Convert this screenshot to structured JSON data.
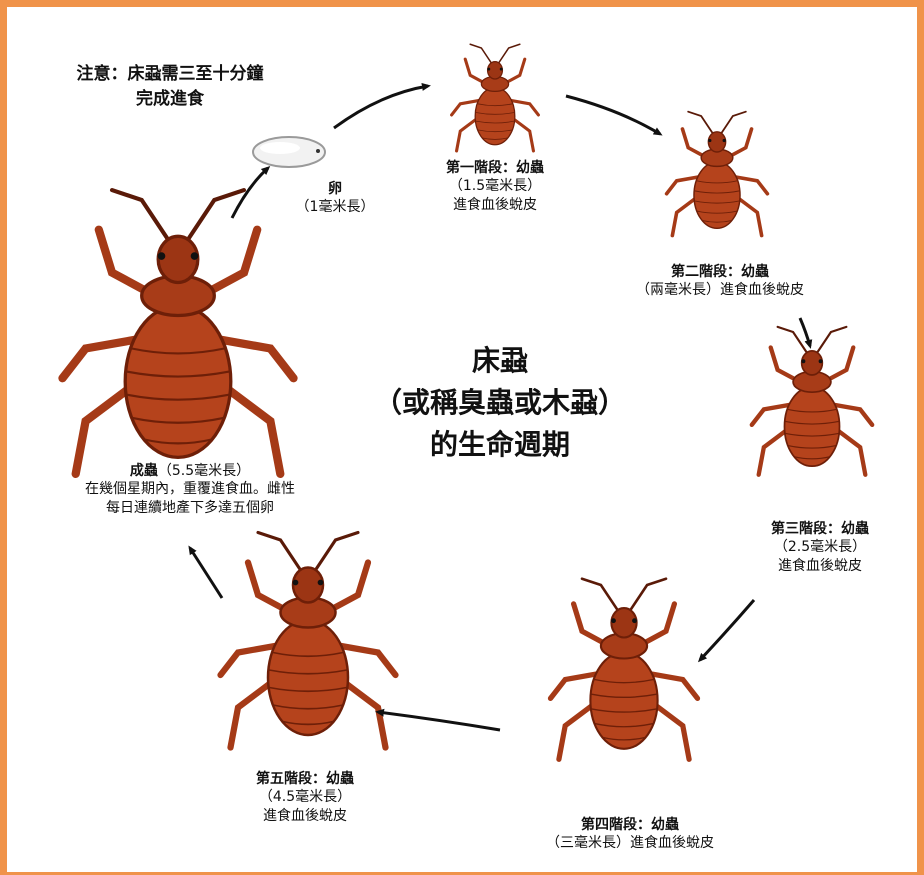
{
  "note": {
    "line1": "注意：床蝨需三至十分鐘",
    "line2": "完成進食"
  },
  "title": {
    "line1": "床蝨",
    "line2": "（或稱臭蟲或木蝨）",
    "line3": "的生命週期"
  },
  "egg": {
    "name": "卵",
    "size": "（1毫米長）"
  },
  "stage1": {
    "name": "第一階段：幼蟲",
    "size": "（1.5毫米長）",
    "desc": "進食血後蛻皮"
  },
  "stage2": {
    "name": "第二階段：幼蟲",
    "desc": "（兩毫米長）進食血後蛻皮"
  },
  "stage3": {
    "name": "第三階段：幼蟲",
    "size": "（2.5毫米長）",
    "desc": "進食血後蛻皮"
  },
  "stage4": {
    "name": "第四階段：幼蟲",
    "desc": "（三毫米長）進食血後蛻皮"
  },
  "stage5": {
    "name": "第五階段：幼蟲",
    "size": "（4.5毫米長）",
    "desc": "進食血後蛻皮"
  },
  "adult": {
    "name": "成蟲",
    "size": "（5.5毫米長）",
    "line2": "在幾個星期內，重覆進食血。雌性",
    "line3": "每日連續地產下多達五個卵"
  },
  "colors": {
    "border": "#f0934a",
    "bug_body": "#b5431c",
    "bug_dark": "#6e1f08",
    "arrow": "#111111"
  }
}
